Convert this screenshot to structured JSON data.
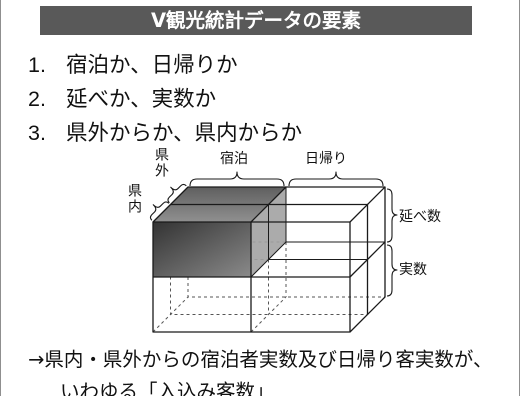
{
  "slide": {
    "title": "Ⅴ観光統計データの要素",
    "items": [
      {
        "number": "1.",
        "text": "宿泊か、日帰りか"
      },
      {
        "number": "2.",
        "text": "延べか、実数か"
      },
      {
        "number": "3.",
        "text": "県外からか、県内からか"
      }
    ],
    "conclusion": {
      "line1": "→県内・県外からの宿泊者実数及び日帰り客実数が、",
      "line2": "いわゆる「入込み客数」"
    }
  },
  "diagram": {
    "labels": {
      "outside_prefecture": "県外",
      "inside_prefecture": "県内",
      "overnight": "宿泊",
      "day_trip": "日帰り",
      "cumulative": "延べ数",
      "actual": "実数"
    }
  },
  "colors": {
    "title_bar": "#595959",
    "title_text": "#ffffff",
    "text": "#111111",
    "line": "#1a1a1a",
    "hidden_line": "#555555",
    "shade_dark": "#333333",
    "shade_mid": "#8a8a8a",
    "shade_top_back": "#5f5f5f",
    "shade_top_front": "#909090",
    "shade_side": "#a2a2a2"
  }
}
